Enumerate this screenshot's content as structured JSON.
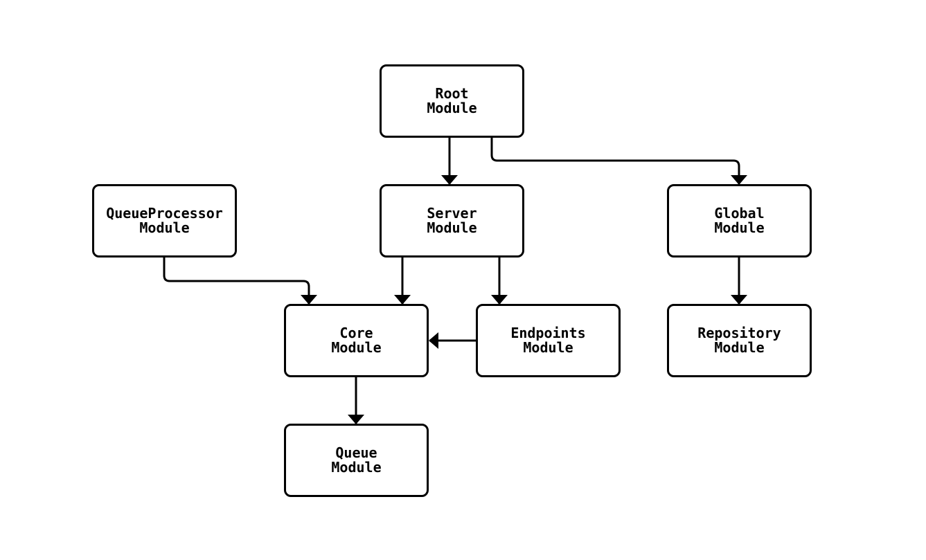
{
  "diagram": {
    "type": "module-dependency-flowchart",
    "background": "#ffffff",
    "colors": {
      "node_border": "#000000",
      "node_fill": "#ffffff",
      "edge": "#000000",
      "text": "#000000"
    },
    "nodes": [
      {
        "id": "root",
        "label": "Root\nModule"
      },
      {
        "id": "queue_processor",
        "label": "QueueProcessor\nModule"
      },
      {
        "id": "server",
        "label": "Server\nModule"
      },
      {
        "id": "global",
        "label": "Global\nModule"
      },
      {
        "id": "core",
        "label": "Core\nModule"
      },
      {
        "id": "endpoints",
        "label": "Endpoints\nModule"
      },
      {
        "id": "repository",
        "label": "Repository\nModule"
      },
      {
        "id": "queue",
        "label": "Queue\nModule"
      }
    ],
    "edges": [
      {
        "from": "root",
        "to": "server"
      },
      {
        "from": "root",
        "to": "global"
      },
      {
        "from": "queue_processor",
        "to": "core"
      },
      {
        "from": "server",
        "to": "core"
      },
      {
        "from": "server",
        "to": "endpoints"
      },
      {
        "from": "endpoints",
        "to": "core"
      },
      {
        "from": "global",
        "to": "repository"
      },
      {
        "from": "core",
        "to": "queue"
      }
    ]
  }
}
